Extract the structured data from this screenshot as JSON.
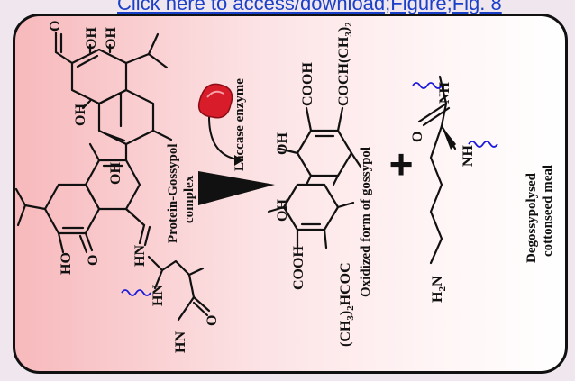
{
  "link": {
    "text": "Click here to access/download;Figure;Fig. 8"
  },
  "colors": {
    "frame": "#111111",
    "gradient_left": "#f7b9bc",
    "gradient_right": "#ffffff",
    "link": "#1a3fc8",
    "wavy_bond": "#1a1adc",
    "enzyme": "#d81c2a"
  },
  "labels": {
    "left_caption_1": "Protein-Gossypol",
    "left_caption_2": "complex",
    "enzyme": "Laccase enzyme",
    "middle_caption": "Oxidized form of gossypol",
    "right_caption_1": "Degossypolysed",
    "right_caption_2": "cottonseed meal",
    "plus": "+"
  },
  "atoms": {
    "l_oh1": "OH",
    "l_oh2": "OH",
    "l_oh3": "OH",
    "l_oh4": "OH",
    "l_o1": "O",
    "l_o2": "O",
    "l_o3": "O",
    "l_ho": "HO",
    "l_hn1": "HN",
    "l_hn2": "HN",
    "l_hn3": "HN",
    "m_cooh1": "COOH",
    "m_cooh2": "COOH",
    "m_coch": "COCH(CH",
    "m_coch_sub": "3",
    "m_coch_end": ")",
    "m_coch_sub2": "2",
    "m_ch": "(CH",
    "m_ch_sub": "3",
    "m_ch_end": ")",
    "m_ch_sub2": "2",
    "m_hcoc": "HCOC",
    "m_oh1": "OH",
    "m_oh2": "OH",
    "r_o": "O",
    "r_nh1": "NH",
    "r_nh2": "NH",
    "r_h2n": "H",
    "r_h2n_sub": "2",
    "r_h2n_n": "N"
  }
}
